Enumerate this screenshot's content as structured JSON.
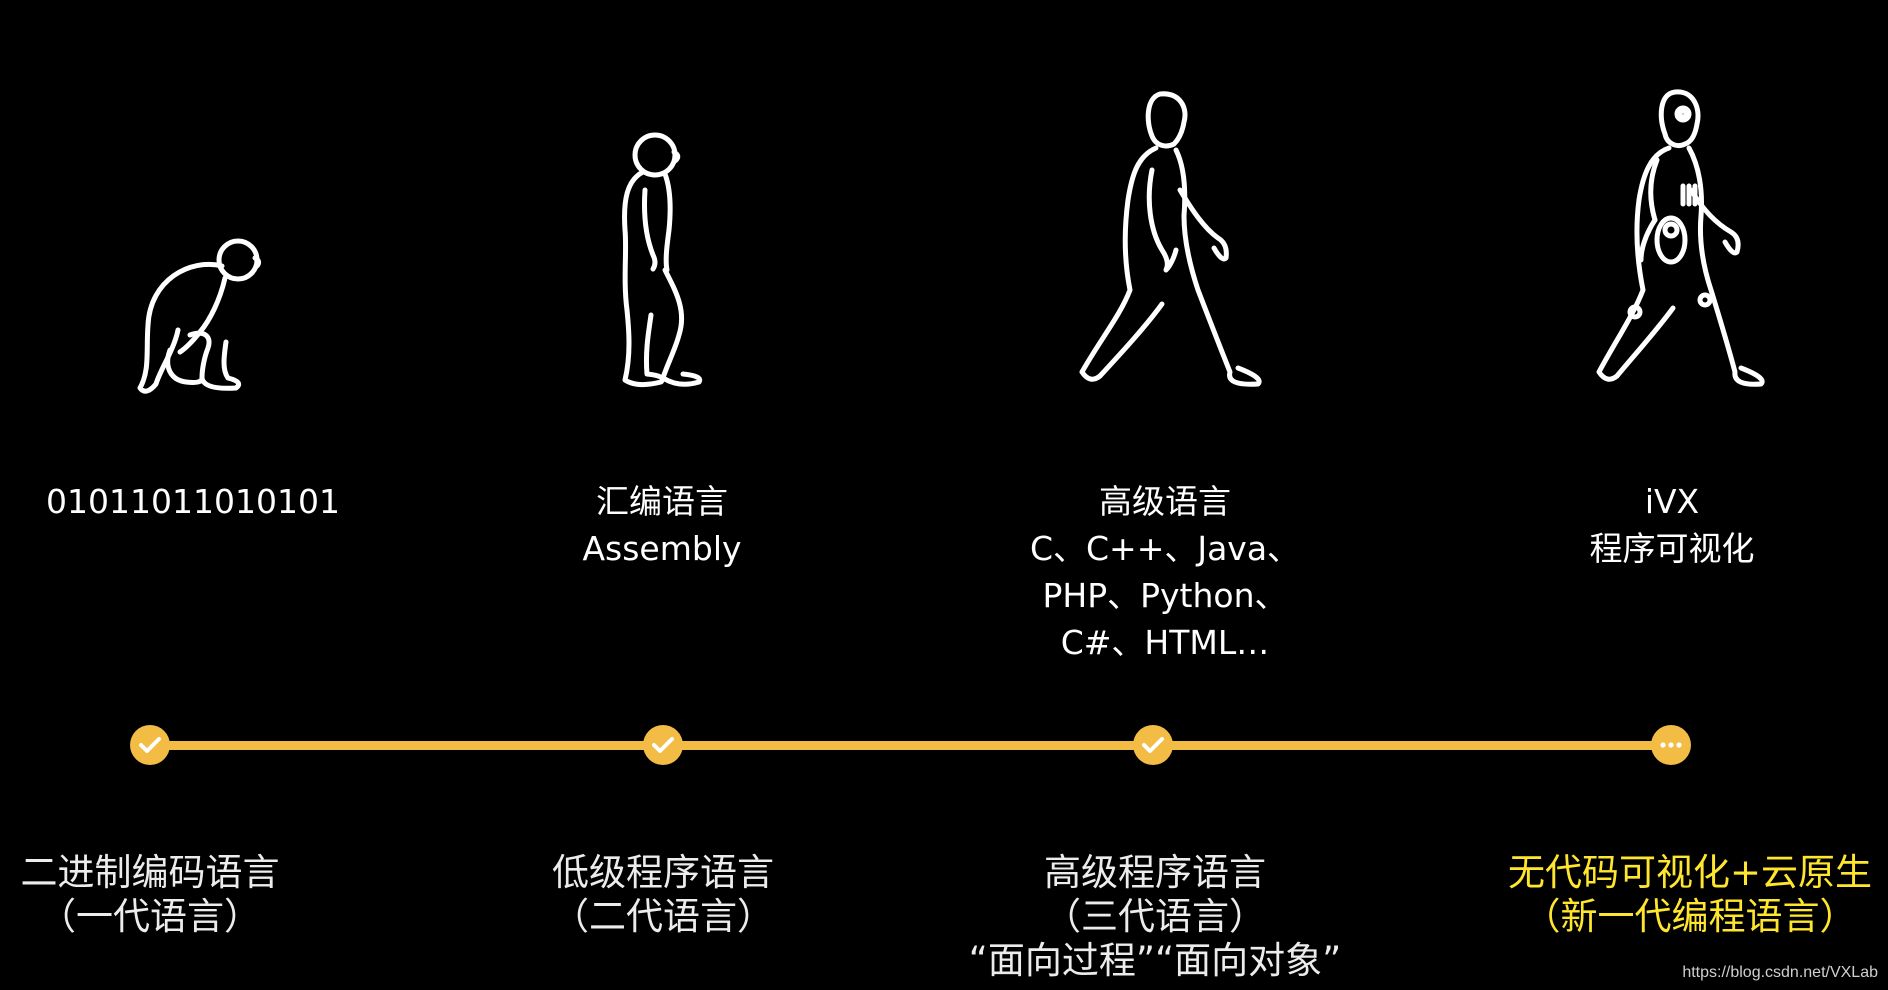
{
  "stages": [
    {
      "figure_icon": "ape-crouching-icon",
      "desc_lines": [
        "01011011010101"
      ],
      "node_icon": "check-icon",
      "gen_lines": [
        "二进制编码语言",
        "（一代语言）"
      ]
    },
    {
      "figure_icon": "early-hominid-standing-icon",
      "desc_lines": [
        "汇编语言",
        "Assembly"
      ],
      "node_icon": "check-icon",
      "gen_lines": [
        "低级程序语言",
        "（二代语言）"
      ]
    },
    {
      "figure_icon": "human-walking-icon",
      "desc_lines": [
        "高级语言",
        "C、C++、Java、",
        "PHP、Python、",
        "C#、HTML…"
      ],
      "node_icon": "check-icon",
      "gen_lines": [
        "高级程序语言",
        "（三代语言）",
        "“面向过程”“面向对象”"
      ]
    },
    {
      "figure_icon": "robot-walking-icon",
      "desc_lines": [
        "iVX",
        "程序可视化"
      ],
      "node_icon": "ellipsis-icon",
      "gen_lines": [
        "无代码可视化+云原生",
        "（新一代编程语言）"
      ]
    }
  ],
  "colors": {
    "background": "#000000",
    "timeline": "#f2bc45",
    "highlight": "#ffe62e",
    "text": "#ffffff"
  },
  "watermark": "https://blog.csdn.net/VXLab"
}
